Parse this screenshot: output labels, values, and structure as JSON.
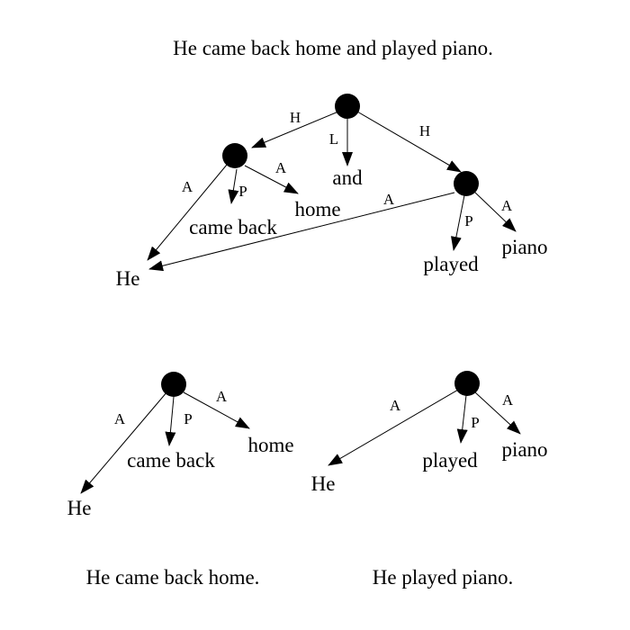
{
  "top": {
    "sentence": "He came back home and played piano.",
    "words": {
      "he": "He",
      "came_back": "came back",
      "home": "home",
      "and": "and",
      "played": "played",
      "piano": "piano"
    },
    "labels": {
      "root_left": "H",
      "root_and": "L",
      "root_right": "H",
      "left_he": "A",
      "left_came_back": "P",
      "left_home": "A",
      "right_he": "A",
      "right_played": "P",
      "right_piano": "A"
    }
  },
  "bottom_left": {
    "sentence": "He came back home.",
    "words": {
      "he": "He",
      "came_back": "came back",
      "home": "home"
    },
    "labels": {
      "he": "A",
      "came_back": "P",
      "home": "A"
    }
  },
  "bottom_right": {
    "sentence": "He played piano.",
    "words": {
      "he": "He",
      "played": "played",
      "piano": "piano"
    },
    "labels": {
      "he": "A",
      "played": "P",
      "piano": "A"
    }
  }
}
